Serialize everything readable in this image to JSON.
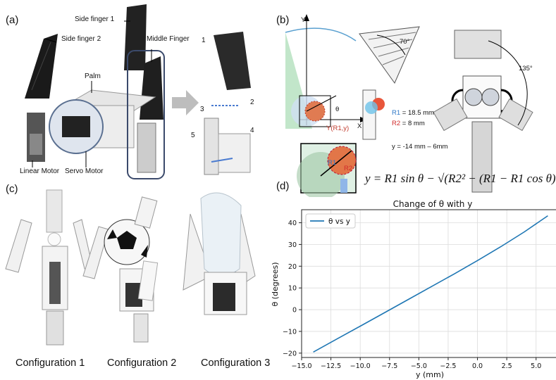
{
  "panels": {
    "a": {
      "label": "(a)",
      "callouts": [
        "Side finger 1",
        "Side finger 2",
        "Middle Finger",
        "Palm",
        "Linear Motor",
        "Servo Motor"
      ],
      "numbers": [
        "1",
        "2",
        "3",
        "4",
        "5"
      ]
    },
    "b": {
      "label": "(b)",
      "axis_y": "Y",
      "axis_x": "X",
      "theta": "θ",
      "point": "Y(R1,y)",
      "angle_70": "70°",
      "angle_135": "135°",
      "r1_name": "R1",
      "r1_value": " = 18.5 mm",
      "r2_name": "R2",
      "r2_value": " = 8 mm",
      "y_range": "y = -14 mm – 6mm",
      "inset_r1": "R1",
      "inset_r2": "R2"
    },
    "c": {
      "label": "(c)",
      "configs": [
        "Configuration 1",
        "Configuration 2",
        "Configuration 3"
      ]
    },
    "d": {
      "label": "(d)",
      "formula": "y = R1 sin θ − √(R2² − (R1 − R1 cos θ)²)"
    }
  },
  "chart_data": {
    "type": "line",
    "title": "Change of θ with y",
    "xlabel": "y (mm)",
    "ylabel": "θ (degrees)",
    "xlim": [
      -15.0,
      7.0
    ],
    "ylim": [
      -22,
      46
    ],
    "xticks": [
      -15.0,
      -12.5,
      -10.0,
      -7.5,
      -5.0,
      -2.5,
      0.0,
      2.5,
      5.0
    ],
    "xtick_labels": [
      "−15.0",
      "−12.5",
      "−10.0",
      "−7.5",
      "−5.0",
      "−2.5",
      "0.0",
      "2.5",
      "5.0"
    ],
    "yticks": [
      -20,
      -10,
      0,
      10,
      20,
      30,
      40
    ],
    "ytick_labels": [
      "−20",
      "−10",
      "0",
      "10",
      "20",
      "30",
      "40"
    ],
    "grid": true,
    "legend_position": "top-left",
    "series": [
      {
        "name": "θ vs y",
        "color": "#1f77b4",
        "x": [
          -14.0,
          -12.0,
          -10.0,
          -8.0,
          -6.0,
          -4.0,
          -2.0,
          0.0,
          2.0,
          4.0,
          6.0
        ],
        "y": [
          -19.5,
          -13.5,
          -7.6,
          -1.6,
          4.4,
          10.4,
          16.4,
          22.6,
          29.0,
          35.8,
          43.2
        ]
      }
    ]
  }
}
